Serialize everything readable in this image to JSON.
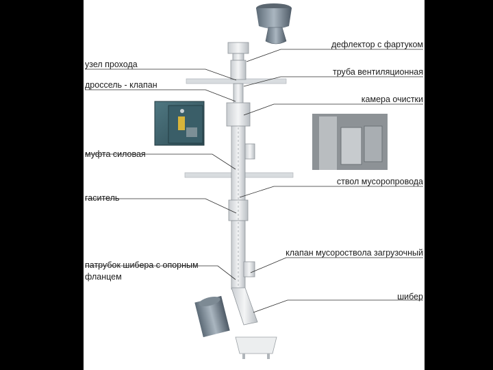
{
  "labels": {
    "deflector": "дефлектор с фартуком",
    "vent_pipe": "труба вентиляционная",
    "pass_node": "узел прохода",
    "throttle_valve": "дроссель - клапан",
    "cleaning_chamber": "камера очистки",
    "power_coupling": "муфта силовая",
    "chute_shaft": "ствол мусоропровода",
    "damper": "гаситель",
    "loading_valve": "клапан мусороствола загрузочный",
    "gate_pipe_line1": "патрубок шибера с опорным",
    "gate_pipe_line2": "фланцем",
    "gate": "шибер"
  }
}
